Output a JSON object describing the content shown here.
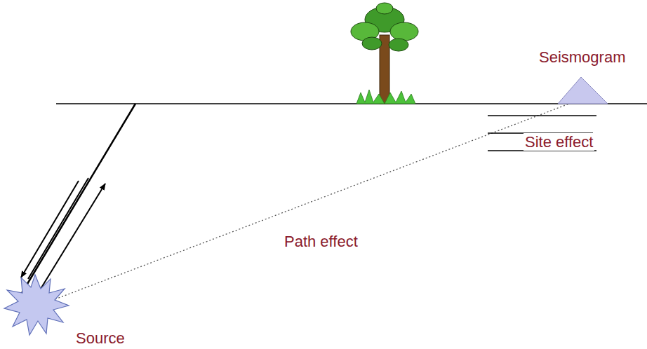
{
  "diagram": {
    "labels": [
      "Seismogram",
      "Site effect",
      "Path effect",
      "Source"
    ]
  }
}
